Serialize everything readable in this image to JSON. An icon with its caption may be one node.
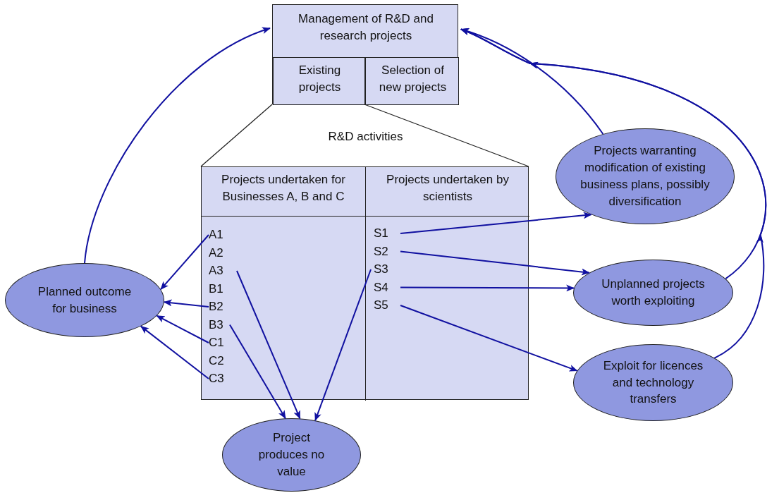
{
  "diagram": {
    "nodes": [
      {
        "text": [
          "Management of R&D and research projects"
        ]
      },
      {
        "text": [
          "Existing projects"
        ],
        "in": 0
      },
      {
        "text": [
          "Selection of new projects"
        ],
        "in": 0
      },
      {
        "text": [
          "R&D activities"
        ]
      },
      {
        "text": [
          "Projects undertaken for Businesses A, B and C"
        ],
        "in": 3
      },
      {
        "text": [
          "Projects undertaken by scientists"
        ],
        "in": 3
      },
      {
        "text": [
          "A1"
        ],
        "in": 4
      },
      {
        "text": [
          "A2"
        ],
        "in": 4
      },
      {
        "text": [
          "A3"
        ],
        "in": 4
      },
      {
        "text": [
          "B1"
        ],
        "in": 4
      },
      {
        "text": [
          "B2"
        ],
        "in": 4
      },
      {
        "text": [
          "B3"
        ],
        "in": 4
      },
      {
        "text": [
          "C1"
        ],
        "in": 4
      },
      {
        "text": [
          "C2"
        ],
        "in": 4
      },
      {
        "text": [
          "C3"
        ],
        "in": 4
      },
      {
        "text": [
          "S1"
        ],
        "in": 5
      },
      {
        "text": [
          "S2"
        ],
        "in": 5
      },
      {
        "text": [
          "S3"
        ],
        "in": 5
      },
      {
        "text": [
          "S4"
        ],
        "in": 5
      },
      {
        "text": [
          "S5"
        ],
        "in": 5
      },
      {
        "text": [
          "Planned outcome for business"
        ]
      },
      {
        "text": [
          "Project produces no value"
        ]
      },
      {
        "text": [
          "Projects warranting modification of existing business plans, possibly diversification"
        ]
      },
      {
        "text": [
          "Unplanned projects worth exploiting"
        ]
      },
      {
        "text": [
          "Exploit for licences and technology transfers"
        ]
      }
    ],
    "edges": [
      {
        "from": 6,
        "to": 20,
        "arrow": "to"
      },
      {
        "from": 10,
        "to": 20,
        "arrow": "to"
      },
      {
        "from": 12,
        "to": 20,
        "arrow": "to"
      },
      {
        "from": 14,
        "to": 20,
        "arrow": "to"
      },
      {
        "from": 8,
        "to": 21,
        "arrow": "to"
      },
      {
        "from": 11,
        "to": 21,
        "arrow": "to"
      },
      {
        "from": 17,
        "to": 21,
        "arrow": "to"
      },
      {
        "from": 15,
        "to": 22,
        "arrow": "to"
      },
      {
        "from": 16,
        "to": 23,
        "arrow": "to"
      },
      {
        "from": 18,
        "to": 23,
        "arrow": "to"
      },
      {
        "from": 19,
        "to": 24,
        "arrow": "to"
      },
      {
        "from": 20,
        "to": 0,
        "arrow": "to"
      },
      {
        "from": 22,
        "to": 0,
        "arrow": "to"
      },
      {
        "from": 23,
        "to": 0,
        "arrow": "to"
      },
      {
        "from": 24,
        "to": 0,
        "arrow": "to"
      }
    ]
  }
}
